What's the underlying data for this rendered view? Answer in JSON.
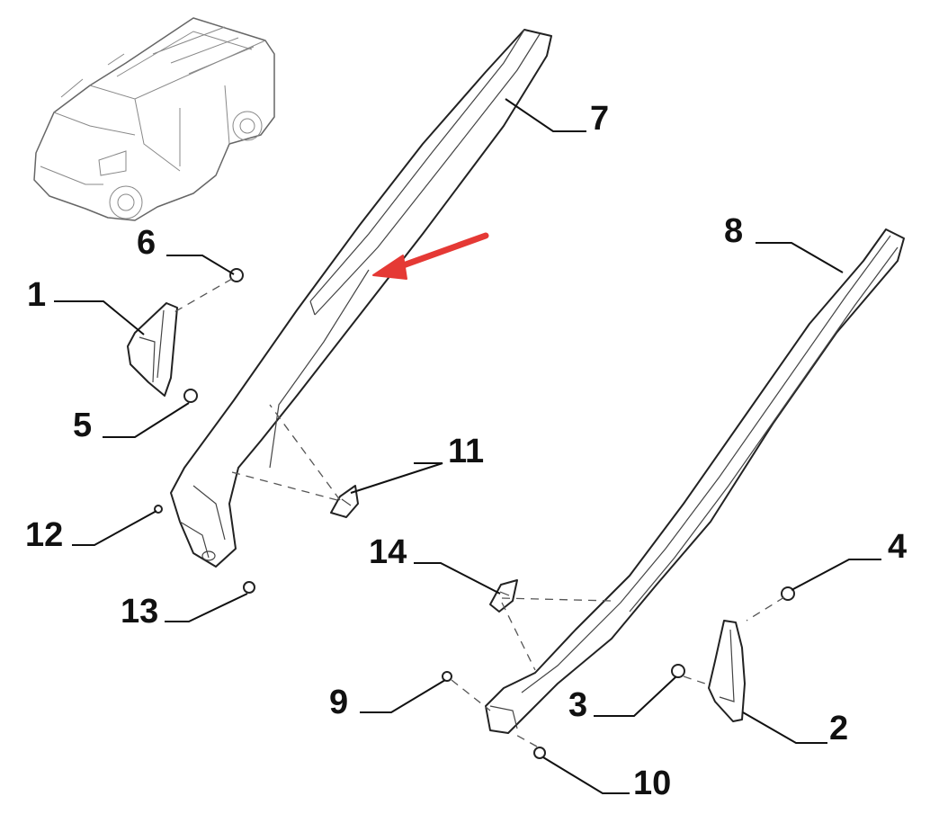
{
  "callouts": [
    {
      "id": "1",
      "label": "1"
    },
    {
      "id": "2",
      "label": "2"
    },
    {
      "id": "3",
      "label": "3"
    },
    {
      "id": "4",
      "label": "4"
    },
    {
      "id": "5",
      "label": "5"
    },
    {
      "id": "6",
      "label": "6"
    },
    {
      "id": "7",
      "label": "7"
    },
    {
      "id": "8",
      "label": "8"
    },
    {
      "id": "9",
      "label": "9"
    },
    {
      "id": "10",
      "label": "10"
    },
    {
      "id": "11",
      "label": "11"
    },
    {
      "id": "12",
      "label": "12"
    },
    {
      "id": "13",
      "label": "13"
    },
    {
      "id": "14",
      "label": "14"
    }
  ],
  "colors": {
    "line": "#111111",
    "background": "#ffffff",
    "highlight_arrow": "#e53935"
  }
}
